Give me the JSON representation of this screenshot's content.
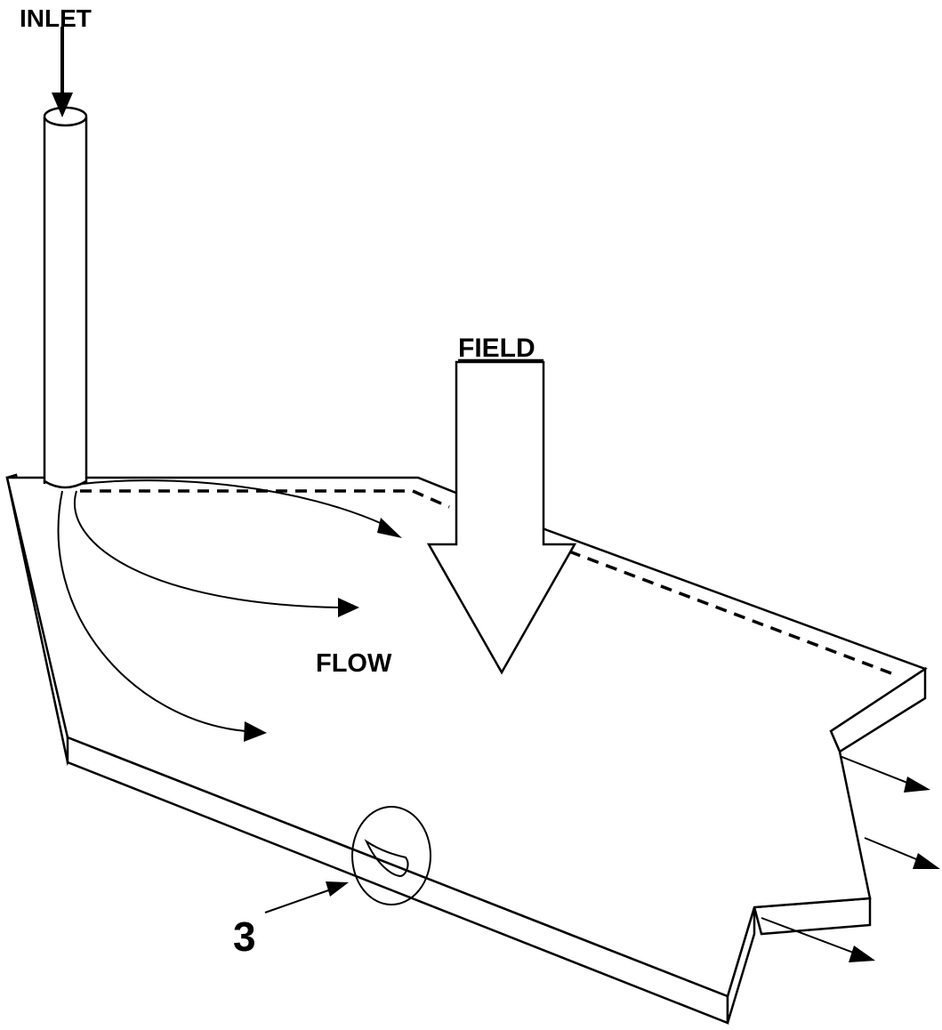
{
  "labels": {
    "inlet": "INLET",
    "field": "FIELD",
    "flow": "FLOW",
    "ref_numeral": "3"
  },
  "colors": {
    "ink": "#000000",
    "paper": "#ffffff"
  }
}
